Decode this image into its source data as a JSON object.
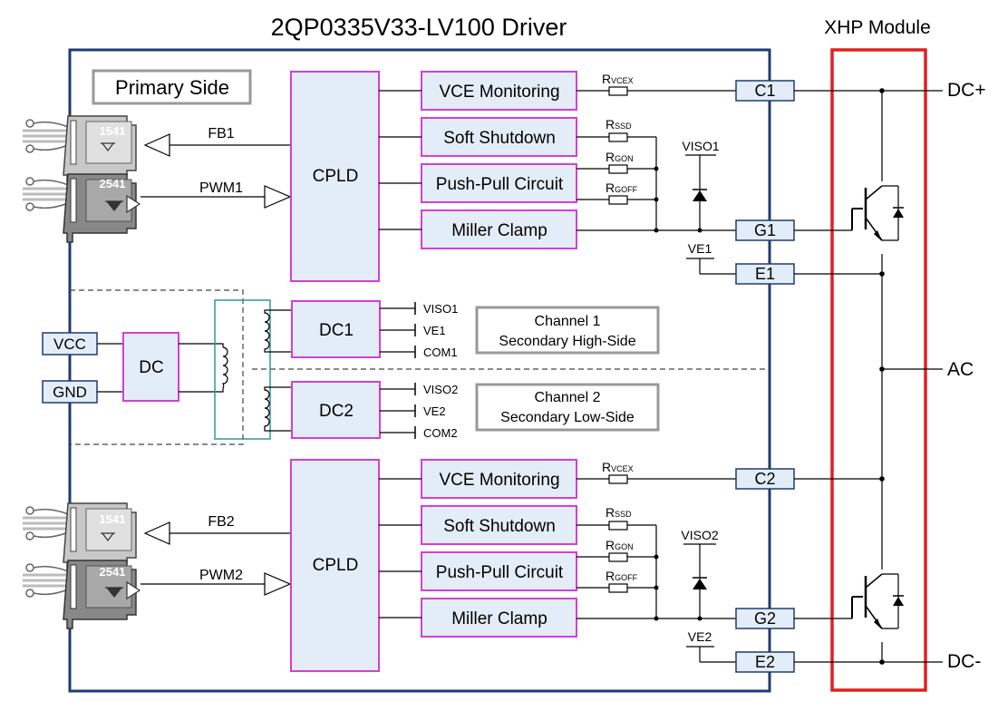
{
  "title": "2QP0335V33-LV100 Driver",
  "module_title": "XHP Module",
  "primary_side_label": "Primary Side",
  "rails": {
    "dc_plus": "DC+",
    "ac": "AC",
    "dc_minus": "DC-"
  },
  "supply": {
    "vcc": "VCC",
    "gnd": "GND",
    "dc": "DC",
    "dc1": "DC1",
    "dc2": "DC2"
  },
  "channel_notes": {
    "ch1_line1": "Channel 1",
    "ch1_line2": "Secondary  High-Side",
    "ch2_line1": "Channel 2",
    "ch2_line2": "Secondary  Low-Side"
  },
  "dc1_outputs": [
    "VISO1",
    "VE1",
    "COM1"
  ],
  "dc2_outputs": [
    "VISO2",
    "VE2",
    "COM2"
  ],
  "channel1": {
    "fb": "FB1",
    "pwm": "PWM1",
    "cpld": "CPLD",
    "opto_fb": "1541",
    "opto_pwm": "2541",
    "blocks": [
      "VCE Monitoring",
      "Soft Shutdown",
      "Push-Pull Circuit",
      "Miller Clamp"
    ],
    "resistors": [
      {
        "main": "R",
        "sub": "VCEX"
      },
      {
        "main": "R",
        "sub": "SSD"
      },
      {
        "main": "R",
        "sub": "GON"
      },
      {
        "main": "R",
        "sub": "GOFF"
      }
    ],
    "viso": "VISO1",
    "ve": "VE1",
    "terminals": {
      "c": "C1",
      "g": "G1",
      "e": "E1"
    }
  },
  "channel2": {
    "fb": "FB2",
    "pwm": "PWM2",
    "cpld": "CPLD",
    "opto_fb": "1541",
    "opto_pwm": "2541",
    "blocks": [
      "VCE Monitoring",
      "Soft Shutdown",
      "Push-Pull Circuit",
      "Miller Clamp"
    ],
    "resistors": [
      {
        "main": "R",
        "sub": "VCEX"
      },
      {
        "main": "R",
        "sub": "SSD"
      },
      {
        "main": "R",
        "sub": "GON"
      },
      {
        "main": "R",
        "sub": "GOFF"
      }
    ],
    "viso": "VISO2",
    "ve": "VE2",
    "terminals": {
      "c": "C2",
      "g": "G2",
      "e": "E2"
    }
  },
  "colors": {
    "driver_border": "#1f3b73",
    "block_fill": "#e3edf8",
    "block_border": "#d43fd4",
    "module_border": "#e02020",
    "terminal_border": "#1f3b73",
    "transformer_border": "#2a9a9a",
    "label_box_border": "#888888"
  }
}
